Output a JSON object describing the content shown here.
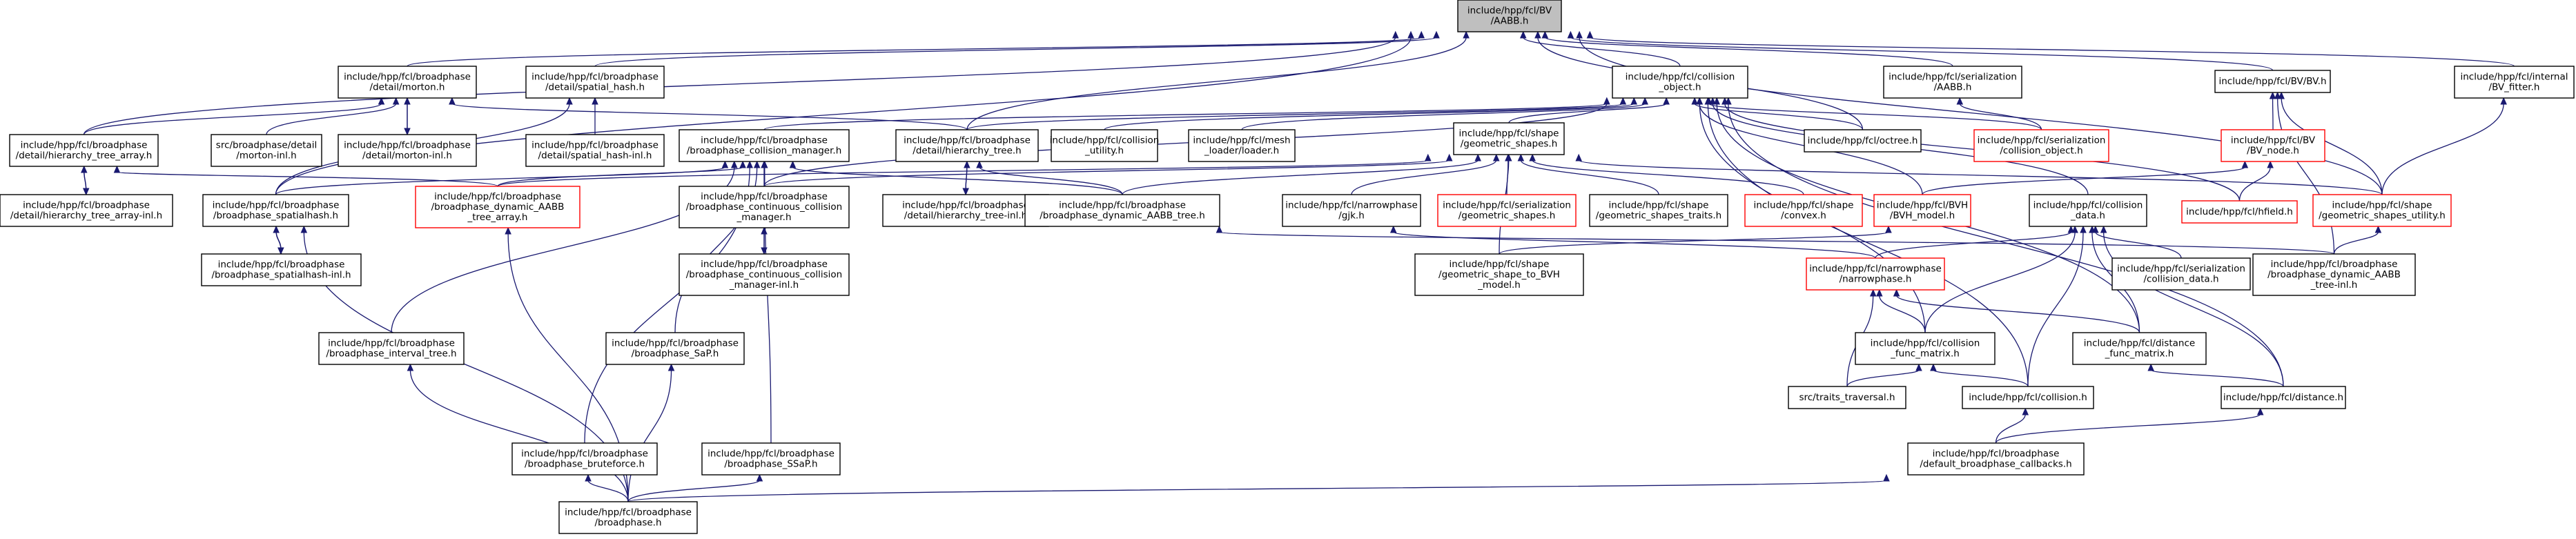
{
  "nodes": [
    {
      "id": "aabb",
      "lines": [
        "include/hpp/fcl/BV",
        "/AABB.h"
      ],
      "root": true
    },
    {
      "id": "morton",
      "lines": [
        "include/hpp/fcl/broadphase",
        "/detail/morton.h"
      ]
    },
    {
      "id": "spatial_hash",
      "lines": [
        "include/hpp/fcl/broadphase",
        "/detail/spatial_hash.h"
      ]
    },
    {
      "id": "collision_object",
      "lines": [
        "include/hpp/fcl/collision",
        "_object.h"
      ]
    },
    {
      "id": "serialization_aabb",
      "lines": [
        "include/hpp/fcl/serialization",
        "/AABB.h"
      ]
    },
    {
      "id": "bvh",
      "lines": [
        "include/hpp/fcl/BV/BV.h"
      ]
    },
    {
      "id": "bv_fitter",
      "lines": [
        "include/hpp/fcl/internal",
        "/BV_fitter.h"
      ]
    },
    {
      "id": "ht_array",
      "lines": [
        "include/hpp/fcl/broadphase",
        "/detail/hierarchy_tree_array.h"
      ]
    },
    {
      "id": "morton_inl_src",
      "lines": [
        "src/broadphase/detail",
        "/morton-inl.h"
      ]
    },
    {
      "id": "morton_inl",
      "lines": [
        "include/hpp/fcl/broadphase",
        "/detail/morton-inl.h"
      ]
    },
    {
      "id": "spatial_hash_inl",
      "lines": [
        "include/hpp/fcl/broadphase",
        "/detail/spatial_hash-inl.h"
      ]
    },
    {
      "id": "bp_cm",
      "lines": [
        "include/hpp/fcl/broadphase",
        "/broadphase_collision_manager.h"
      ]
    },
    {
      "id": "ht",
      "lines": [
        "include/hpp/fcl/broadphase",
        "/detail/hierarchy_tree.h"
      ]
    },
    {
      "id": "coll_utility",
      "lines": [
        "include/hpp/fcl/collision",
        "_utility.h"
      ]
    },
    {
      "id": "mesh_loader",
      "lines": [
        "include/hpp/fcl/mesh",
        "_loader/loader.h"
      ]
    },
    {
      "id": "geom_shapes",
      "lines": [
        "include/hpp/fcl/shape",
        "/geometric_shapes.h"
      ]
    },
    {
      "id": "octree",
      "lines": [
        "include/hpp/fcl/octree.h"
      ]
    },
    {
      "id": "ser_coll_obj",
      "lines": [
        "include/hpp/fcl/serialization",
        "/collision_object.h"
      ],
      "red": true
    },
    {
      "id": "bv_node",
      "lines": [
        "include/hpp/fcl/BV",
        "/BV_node.h"
      ],
      "red": true
    },
    {
      "id": "ht_array_inl",
      "lines": [
        "include/hpp/fcl/broadphase",
        "/detail/hierarchy_tree_array-inl.h"
      ]
    },
    {
      "id": "bp_sh",
      "lines": [
        "include/hpp/fcl/broadphase",
        "/broadphase_spatialhash.h"
      ]
    },
    {
      "id": "bp_dyn_aabb_array",
      "lines": [
        "include/hpp/fcl/broadphase",
        "/broadphase_dynamic_AABB",
        "_tree_array.h"
      ],
      "red": true
    },
    {
      "id": "bp_ccm",
      "lines": [
        "include/hpp/fcl/broadphase",
        "/broadphase_continuous_collision",
        "_manager.h"
      ]
    },
    {
      "id": "ht_inl",
      "lines": [
        "include/hpp/fcl/broadphase",
        "/detail/hierarchy_tree-inl.h"
      ]
    },
    {
      "id": "bp_dyn_aabb",
      "lines": [
        "include/hpp/fcl/broadphase",
        "/broadphase_dynamic_AABB_tree.h"
      ]
    },
    {
      "id": "gjk",
      "lines": [
        "include/hpp/fcl/narrowphase",
        "/gjk.h"
      ]
    },
    {
      "id": "ser_geom",
      "lines": [
        "include/hpp/fcl/serialization",
        "/geometric_shapes.h"
      ],
      "red": true
    },
    {
      "id": "gs_traits",
      "lines": [
        "include/hpp/fcl/shape",
        "/geometric_shapes_traits.h"
      ]
    },
    {
      "id": "convex",
      "lines": [
        "include/hpp/fcl/shape",
        "/convex.h"
      ],
      "red": true
    },
    {
      "id": "bvh_model",
      "lines": [
        "include/hpp/fcl/BVH",
        "/BVH_model.h"
      ],
      "red": true
    },
    {
      "id": "coll_data",
      "lines": [
        "include/hpp/fcl/collision",
        "_data.h"
      ]
    },
    {
      "id": "hfield",
      "lines": [
        "include/hpp/fcl/hfield.h"
      ],
      "red": true
    },
    {
      "id": "gs_utility",
      "lines": [
        "include/hpp/fcl/shape",
        "/geometric_shapes_utility.h"
      ],
      "red": true
    },
    {
      "id": "bp_sh_inl",
      "lines": [
        "include/hpp/fcl/broadphase",
        "/broadphase_spatialhash-inl.h"
      ]
    },
    {
      "id": "bp_ccm_inl",
      "lines": [
        "include/hpp/fcl/broadphase",
        "/broadphase_continuous_collision",
        "_manager-inl.h"
      ]
    },
    {
      "id": "gs_to_bvh",
      "lines": [
        "include/hpp/fcl/shape",
        "/geometric_shape_to_BVH",
        "_model.h"
      ]
    },
    {
      "id": "narrowphase",
      "lines": [
        "include/hpp/fcl/narrowphase",
        "/narrowphase.h"
      ],
      "red": true
    },
    {
      "id": "ser_coll_data",
      "lines": [
        "include/hpp/fcl/serialization",
        "/collision_data.h"
      ]
    },
    {
      "id": "bp_dyn_aabb_inl",
      "lines": [
        "include/hpp/fcl/broadphase",
        "/broadphase_dynamic_AABB",
        "_tree-inl.h"
      ]
    },
    {
      "id": "bp_interval",
      "lines": [
        "include/hpp/fcl/broadphase",
        "/broadphase_interval_tree.h"
      ]
    },
    {
      "id": "bp_sap",
      "lines": [
        "include/hpp/fcl/broadphase",
        "/broadphase_SaP.h"
      ]
    },
    {
      "id": "coll_func",
      "lines": [
        "include/hpp/fcl/collision",
        "_func_matrix.h"
      ]
    },
    {
      "id": "dist_func",
      "lines": [
        "include/hpp/fcl/distance",
        "_func_matrix.h"
      ]
    },
    {
      "id": "traits_trav",
      "lines": [
        "src/traits_traversal.h"
      ]
    },
    {
      "id": "collision",
      "lines": [
        "include/hpp/fcl/collision.h"
      ]
    },
    {
      "id": "distance",
      "lines": [
        "include/hpp/fcl/distance.h"
      ]
    },
    {
      "id": "bp_bruteforce",
      "lines": [
        "include/hpp/fcl/broadphase",
        "/broadphase_bruteforce.h"
      ]
    },
    {
      "id": "bp_ssap",
      "lines": [
        "include/hpp/fcl/broadphase",
        "/broadphase_SSaP.h"
      ]
    },
    {
      "id": "default_cb",
      "lines": [
        "include/hpp/fcl/broadphase",
        "/default_broadphase_callbacks.h"
      ]
    },
    {
      "id": "broadphase",
      "lines": [
        "include/hpp/fcl/broadphase",
        "/broadphase.h"
      ]
    }
  ],
  "edges": [
    [
      "aabb",
      "morton"
    ],
    [
      "aabb",
      "spatial_hash"
    ],
    [
      "aabb",
      "collision_object"
    ],
    [
      "aabb",
      "serialization_aabb"
    ],
    [
      "aabb",
      "bvh"
    ],
    [
      "aabb",
      "bv_fitter"
    ],
    [
      "aabb",
      "ht_array"
    ],
    [
      "aabb",
      "bp_sh"
    ],
    [
      "aabb",
      "ht"
    ],
    [
      "aabb",
      "octree"
    ],
    [
      "aabb",
      "gs_utility"
    ],
    [
      "morton",
      "ht_array"
    ],
    [
      "morton",
      "morton_inl_src"
    ],
    [
      "morton",
      "morton_inl"
    ],
    [
      "morton_inl",
      "morton"
    ],
    [
      "morton",
      "ht"
    ],
    [
      "spatial_hash",
      "spatial_hash_inl"
    ],
    [
      "spatial_hash",
      "bp_sh"
    ],
    [
      "collision_object",
      "bp_cm"
    ],
    [
      "collision_object",
      "ht"
    ],
    [
      "collision_object",
      "coll_utility"
    ],
    [
      "collision_object",
      "mesh_loader"
    ],
    [
      "collision_object",
      "geom_shapes"
    ],
    [
      "collision_object",
      "octree"
    ],
    [
      "collision_object",
      "ser_coll_obj"
    ],
    [
      "collision_object",
      "bvh_model"
    ],
    [
      "collision_object",
      "coll_data"
    ],
    [
      "collision_object",
      "hfield"
    ],
    [
      "collision_object",
      "bp_ccm"
    ],
    [
      "collision_object",
      "coll_func"
    ],
    [
      "collision_object",
      "dist_func"
    ],
    [
      "collision_object",
      "collision"
    ],
    [
      "collision_object",
      "distance"
    ],
    [
      "serialization_aabb",
      "ser_coll_obj"
    ],
    [
      "bvh",
      "bv_node"
    ],
    [
      "bvh",
      "gs_utility"
    ],
    [
      "bvh",
      "bp_dyn_aabb_inl"
    ],
    [
      "bv_fitter",
      "gs_utility"
    ],
    [
      "ht_array",
      "ht_array_inl"
    ],
    [
      "ht_array_inl",
      "ht_array"
    ],
    [
      "ht_array",
      "bp_dyn_aabb_array"
    ],
    [
      "bp_cm",
      "bp_sh"
    ],
    [
      "bp_cm",
      "bp_dyn_aabb_array"
    ],
    [
      "bp_cm",
      "bp_ccm"
    ],
    [
      "bp_cm",
      "bp_dyn_aabb"
    ],
    [
      "bp_cm",
      "bp_interval"
    ],
    [
      "bp_cm",
      "bp_sap"
    ],
    [
      "bp_cm",
      "bp_bruteforce"
    ],
    [
      "bp_cm",
      "bp_ssap"
    ],
    [
      "ht",
      "ht_inl"
    ],
    [
      "ht_inl",
      "ht"
    ],
    [
      "ht",
      "bp_dyn_aabb"
    ],
    [
      "geom_shapes",
      "bp_dyn_aabb_array"
    ],
    [
      "geom_shapes",
      "bp_dyn_aabb"
    ],
    [
      "geom_shapes",
      "gjk"
    ],
    [
      "geom_shapes",
      "ser_geom"
    ],
    [
      "geom_shapes",
      "gs_traits"
    ],
    [
      "geom_shapes",
      "convex"
    ],
    [
      "geom_shapes",
      "gs_to_bvh"
    ],
    [
      "geom_shapes",
      "gs_utility"
    ],
    [
      "geom_shapes",
      "bp_ccm"
    ],
    [
      "bv_node",
      "bvh_model"
    ],
    [
      "bv_node",
      "hfield"
    ],
    [
      "bp_sh",
      "bp_sh_inl"
    ],
    [
      "bp_sh_inl",
      "bp_sh"
    ],
    [
      "bp_sh",
      "broadphase"
    ],
    [
      "bp_ccm",
      "bp_ccm_inl"
    ],
    [
      "bp_ccm_inl",
      "bp_ccm"
    ],
    [
      "bp_dyn_aabb",
      "bp_dyn_aabb_inl"
    ],
    [
      "bp_dyn_aabb_array",
      "broadphase"
    ],
    [
      "gjk",
      "narrowphase"
    ],
    [
      "bvh_model",
      "gs_to_bvh"
    ],
    [
      "coll_data",
      "narrowphase"
    ],
    [
      "coll_data",
      "ser_coll_data"
    ],
    [
      "coll_data",
      "coll_func"
    ],
    [
      "coll_data",
      "dist_func"
    ],
    [
      "coll_data",
      "collision"
    ],
    [
      "coll_data",
      "distance"
    ],
    [
      "gs_utility",
      "bp_dyn_aabb_inl"
    ],
    [
      "narrowphase",
      "coll_func"
    ],
    [
      "narrowphase",
      "dist_func"
    ],
    [
      "narrowphase",
      "traits_trav"
    ],
    [
      "coll_func",
      "traits_trav"
    ],
    [
      "coll_func",
      "collision"
    ],
    [
      "dist_func",
      "distance"
    ],
    [
      "bp_interval",
      "broadphase"
    ],
    [
      "bp_sap",
      "broadphase"
    ],
    [
      "bp_bruteforce",
      "broadphase"
    ],
    [
      "bp_ssap",
      "broadphase"
    ],
    [
      "collision",
      "default_cb"
    ],
    [
      "distance",
      "default_cb"
    ],
    [
      "default_cb",
      "broadphase"
    ]
  ]
}
